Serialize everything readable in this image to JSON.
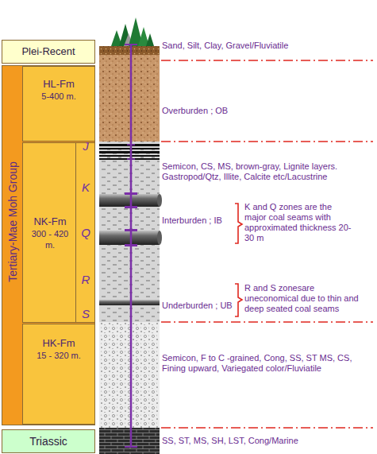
{
  "diagram": {
    "nodes": [
      {
        "text": [
          "Plei-Recent"
        ]
      },
      {
        "text": [
          "Tertiary-Mae Moh Group"
        ]
      },
      {
        "text": [
          "HL-Fm",
          "5-400 m."
        ],
        "in": 1
      },
      {
        "text": [
          "NK-Fm",
          "300 - 420 m."
        ],
        "in": 1
      },
      {
        "text": [
          "HK-Fm",
          "15 - 320 m."
        ],
        "in": 1
      },
      {
        "text": [
          "Triassic"
        ]
      }
    ],
    "labels": [
      "J",
      "K",
      "Q",
      "R",
      "S",
      "Sand, Silt, Clay, Gravel/Fluviatile",
      "Overburden ; OB",
      "Semicon, CS, MS, brown-gray, Lignite layers. Gastropod/Qtz, Illite, Calcite etc/Lacustrine",
      "Interburden ; IB",
      "K and Q zones are the major coal seams with approximated thickness 20-30 m",
      "Underburden ; UB",
      "R and S zonesare uneconomical due to thin and deep seated coal seams",
      "Semicon, F to C -grained, Cong, SS, ST MS, CS, Fining upward, Variegated color/Fluviatile",
      "SS, ST, MS, SH, LST, Cong/Marine"
    ]
  }
}
